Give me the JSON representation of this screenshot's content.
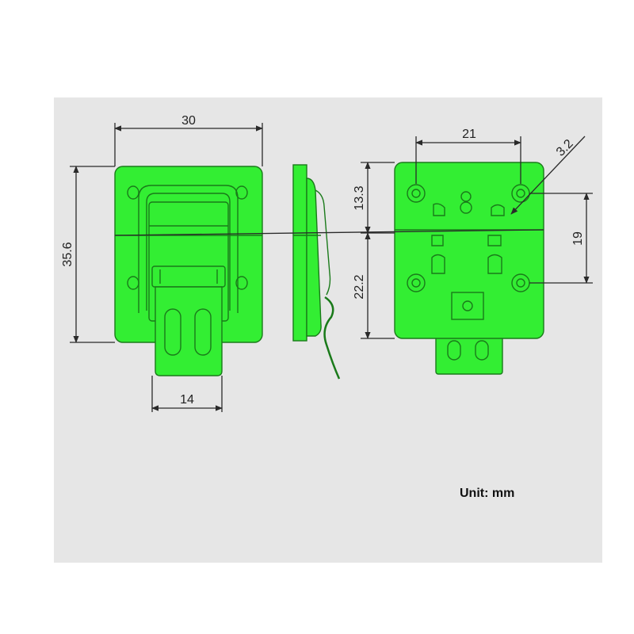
{
  "colors": {
    "panel_background": "#e6e6e6",
    "part_fill": "#33ee33",
    "part_outline": "#1a7a1a",
    "dimension_line": "#2a2a2a"
  },
  "dimensions": {
    "overall_width": "30",
    "overall_height": "35.6",
    "latch_width": "14",
    "hole_spacing": "21",
    "hole_diameter": "3.2",
    "upper_height": "13.3",
    "lower_height": "22.2",
    "vertical_hole_spacing": "19"
  },
  "unit_label": "Unit: mm"
}
